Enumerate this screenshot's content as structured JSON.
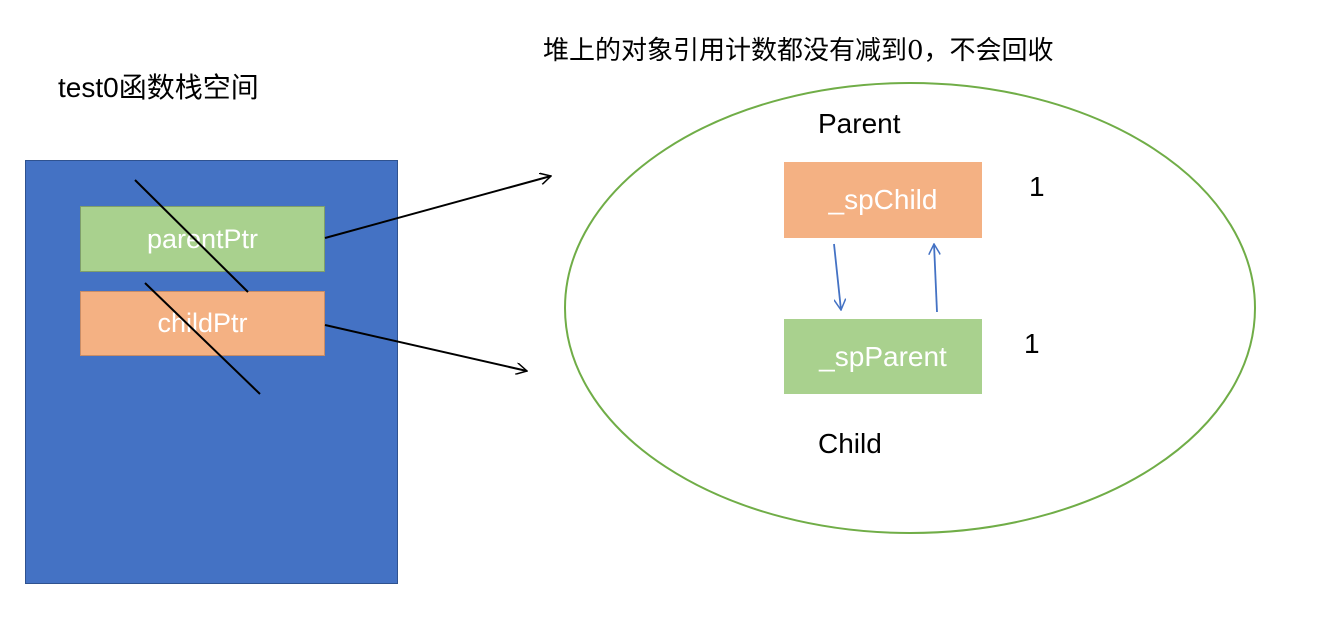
{
  "stack": {
    "title": "test0函数栈空间",
    "parent_ptr": "parentPtr",
    "child_ptr": "childPtr"
  },
  "heap": {
    "caption": "堆上的对象引用计数都没有减到0，不会回收",
    "parent_label": "Parent",
    "child_label": "Child",
    "sp_child": "_spChild",
    "sp_parent": "_spParent",
    "parent_ref_count": "1",
    "child_ref_count": "1"
  },
  "colors": {
    "stack_blue": "#4472C4",
    "green": "#A9D18E",
    "orange": "#F4B183",
    "ellipse": "#70AD47"
  }
}
